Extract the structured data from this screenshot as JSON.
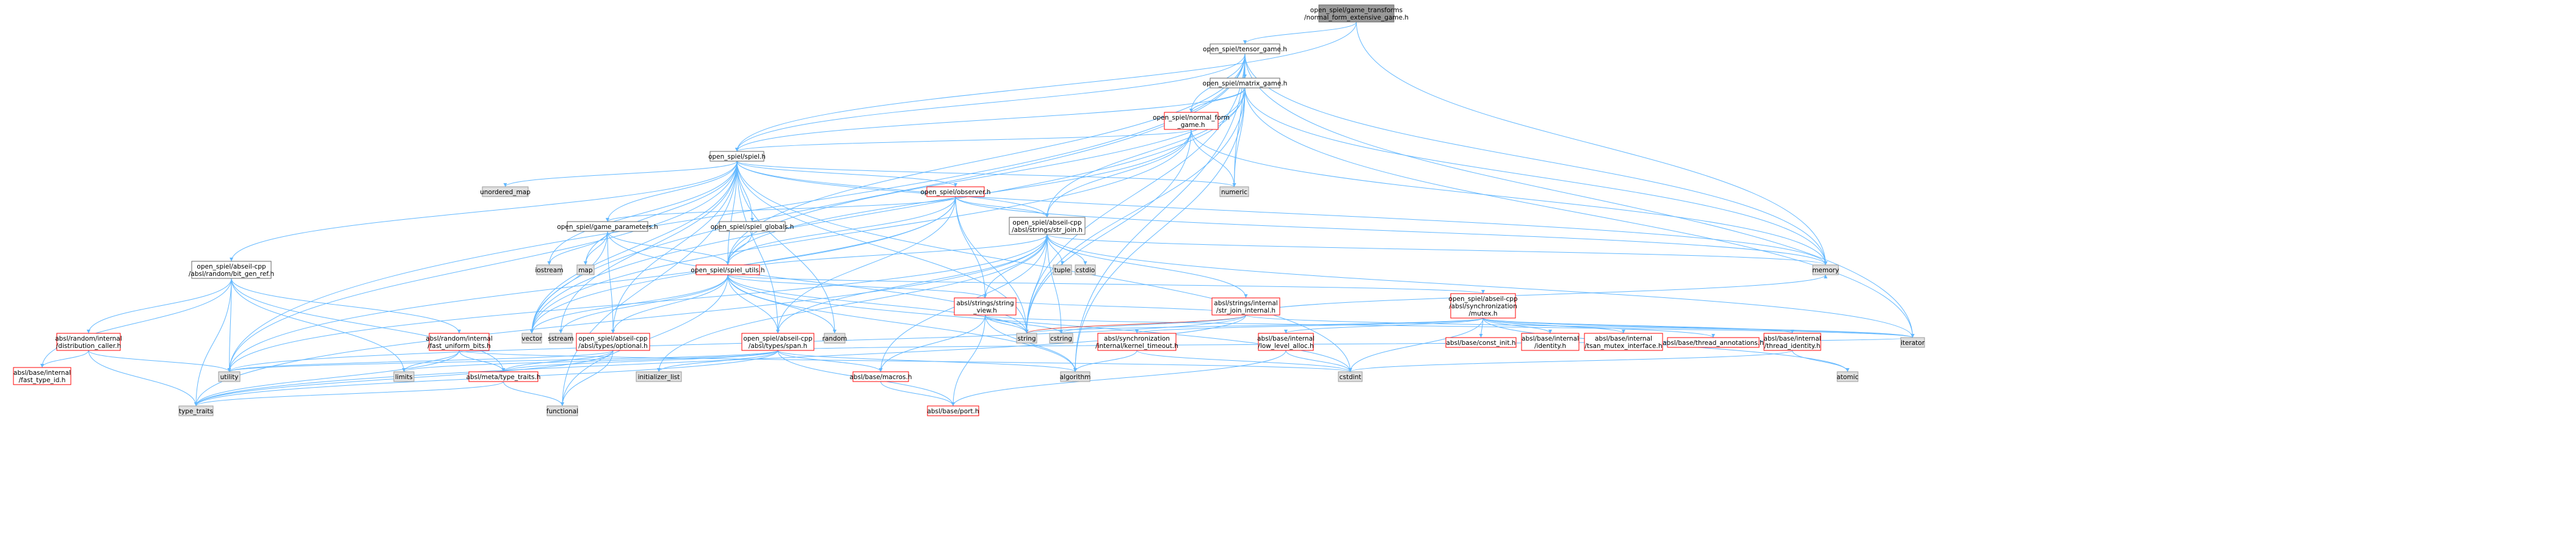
{
  "nodes": [
    {
      "id": "root",
      "lines": [
        "open_spiel/game_transforms",
        "/normal_form_extensive_game.h"
      ],
      "kind": "root"
    },
    {
      "id": "tensor_game",
      "lines": [
        "open_spiel/tensor_game.h"
      ],
      "kind": "doc"
    },
    {
      "id": "matrix_game",
      "lines": [
        "open_spiel/matrix_game.h"
      ],
      "kind": "doc"
    },
    {
      "id": "normal_form_game",
      "lines": [
        "open_spiel/normal_form",
        "_game.h"
      ],
      "kind": "red"
    },
    {
      "id": "spiel",
      "lines": [
        "open_spiel/spiel.h"
      ],
      "kind": "doc"
    },
    {
      "id": "observer",
      "lines": [
        "open_spiel/observer.h"
      ],
      "kind": "red"
    },
    {
      "id": "game_parameters",
      "lines": [
        "open_spiel/game_parameters.h"
      ],
      "kind": "doc"
    },
    {
      "id": "spiel_globals",
      "lines": [
        "open_spiel/spiel_globals.h"
      ],
      "kind": "doc"
    },
    {
      "id": "str_join",
      "lines": [
        "open_spiel/abseil-cpp",
        "/absl/strings/str_join.h"
      ],
      "kind": "doc"
    },
    {
      "id": "bit_gen_ref",
      "lines": [
        "open_spiel/abseil-cpp",
        "/absl/random/bit_gen_ref.h"
      ],
      "kind": "doc"
    },
    {
      "id": "spiel_utils",
      "lines": [
        "open_spiel/spiel_utils.h"
      ],
      "kind": "red"
    },
    {
      "id": "string_view",
      "lines": [
        "absl/strings/string",
        "_view.h"
      ],
      "kind": "red"
    },
    {
      "id": "str_join_internal",
      "lines": [
        "absl/strings/internal",
        "/str_join_internal.h"
      ],
      "kind": "red"
    },
    {
      "id": "mutex",
      "lines": [
        "open_spiel/abseil-cpp",
        "/absl/synchronization",
        "/mutex.h"
      ],
      "kind": "red"
    },
    {
      "id": "distribution_caller",
      "lines": [
        "absl/random/internal",
        "/distribution_caller.h"
      ],
      "kind": "red"
    },
    {
      "id": "fast_uniform_bits",
      "lines": [
        "absl/random/internal",
        "/fast_uniform_bits.h"
      ],
      "kind": "red"
    },
    {
      "id": "optional",
      "lines": [
        "open_spiel/abseil-cpp",
        "/absl/types/optional.h"
      ],
      "kind": "red"
    },
    {
      "id": "span",
      "lines": [
        "open_spiel/abseil-cpp",
        "/absl/types/span.h"
      ],
      "kind": "red"
    },
    {
      "id": "kernel_timeout",
      "lines": [
        "absl/synchronization",
        "/internal/kernel_timeout.h"
      ],
      "kind": "red"
    },
    {
      "id": "low_level_alloc",
      "lines": [
        "absl/base/internal",
        "/low_level_alloc.h"
      ],
      "kind": "red"
    },
    {
      "id": "const_init",
      "lines": [
        "absl/base/const_init.h"
      ],
      "kind": "red"
    },
    {
      "id": "identity",
      "lines": [
        "absl/base/internal",
        "/identity.h"
      ],
      "kind": "red"
    },
    {
      "id": "tsan_mutex",
      "lines": [
        "absl/base/internal",
        "/tsan_mutex_interface.h"
      ],
      "kind": "red"
    },
    {
      "id": "thread_annotations",
      "lines": [
        "absl/base/thread_annotations.h"
      ],
      "kind": "red"
    },
    {
      "id": "thread_identity",
      "lines": [
        "absl/base/internal",
        "/thread_identity.h"
      ],
      "kind": "red"
    },
    {
      "id": "fast_type_id",
      "lines": [
        "absl/base/internal",
        "/fast_type_id.h"
      ],
      "kind": "red"
    },
    {
      "id": "type_traits_h",
      "lines": [
        "absl/meta/type_traits.h"
      ],
      "kind": "red"
    },
    {
      "id": "macros",
      "lines": [
        "absl/base/macros.h"
      ],
      "kind": "red"
    },
    {
      "id": "port",
      "lines": [
        "absl/base/port.h"
      ],
      "kind": "red"
    },
    {
      "id": "unordered_map",
      "lines": [
        "unordered_map"
      ],
      "kind": "sys"
    },
    {
      "id": "numeric",
      "lines": [
        "numeric"
      ],
      "kind": "sys"
    },
    {
      "id": "memory",
      "lines": [
        "memory"
      ],
      "kind": "sys"
    },
    {
      "id": "iterator",
      "lines": [
        "iterator"
      ],
      "kind": "sys"
    },
    {
      "id": "iostream",
      "lines": [
        "iostream"
      ],
      "kind": "sys"
    },
    {
      "id": "map",
      "lines": [
        "map"
      ],
      "kind": "sys"
    },
    {
      "id": "tuple",
      "lines": [
        "tuple"
      ],
      "kind": "sys"
    },
    {
      "id": "cstdio",
      "lines": [
        "cstdio"
      ],
      "kind": "sys"
    },
    {
      "id": "sstream",
      "lines": [
        "sstream"
      ],
      "kind": "sys"
    },
    {
      "id": "vector",
      "lines": [
        "vector"
      ],
      "kind": "sys"
    },
    {
      "id": "random",
      "lines": [
        "random"
      ],
      "kind": "sys"
    },
    {
      "id": "string",
      "lines": [
        "string"
      ],
      "kind": "sys"
    },
    {
      "id": "cstring",
      "lines": [
        "cstring"
      ],
      "kind": "sys"
    },
    {
      "id": "utility",
      "lines": [
        "utility"
      ],
      "kind": "sys"
    },
    {
      "id": "limits",
      "lines": [
        "limits"
      ],
      "kind": "sys"
    },
    {
      "id": "initializer_list",
      "lines": [
        "initializer_list"
      ],
      "kind": "sys"
    },
    {
      "id": "algorithm",
      "lines": [
        "algorithm"
      ],
      "kind": "sys"
    },
    {
      "id": "cstdint",
      "lines": [
        "cstdint"
      ],
      "kind": "sys"
    },
    {
      "id": "atomic",
      "lines": [
        "atomic"
      ],
      "kind": "sys"
    },
    {
      "id": "type_traits",
      "lines": [
        "type_traits"
      ],
      "kind": "sys"
    },
    {
      "id": "functional",
      "lines": [
        "functional"
      ],
      "kind": "sys"
    }
  ],
  "edges": [
    [
      "root",
      "tensor_game"
    ],
    [
      "root",
      "spiel"
    ],
    [
      "root",
      "memory"
    ],
    [
      "tensor_game",
      "matrix_game"
    ],
    [
      "tensor_game",
      "normal_form_game"
    ],
    [
      "tensor_game",
      "spiel"
    ],
    [
      "tensor_game",
      "spiel_utils"
    ],
    [
      "tensor_game",
      "numeric"
    ],
    [
      "tensor_game",
      "memory"
    ],
    [
      "tensor_game",
      "iterator"
    ],
    [
      "tensor_game",
      "string"
    ],
    [
      "tensor_game",
      "vector"
    ],
    [
      "tensor_game",
      "utility"
    ],
    [
      "tensor_game",
      "algorithm"
    ],
    [
      "matrix_game",
      "normal_form_game"
    ],
    [
      "matrix_game",
      "spiel"
    ],
    [
      "matrix_game",
      "spiel_utils"
    ],
    [
      "matrix_game",
      "str_join"
    ],
    [
      "matrix_game",
      "numeric"
    ],
    [
      "matrix_game",
      "memory"
    ],
    [
      "matrix_game",
      "iterator"
    ],
    [
      "matrix_game",
      "string"
    ],
    [
      "matrix_game",
      "vector"
    ],
    [
      "matrix_game",
      "algorithm"
    ],
    [
      "normal_form_game",
      "spiel"
    ],
    [
      "normal_form_game",
      "spiel_utils"
    ],
    [
      "normal_form_game",
      "str_join"
    ],
    [
      "normal_form_game",
      "numeric"
    ],
    [
      "normal_form_game",
      "memory"
    ],
    [
      "normal_form_game",
      "string"
    ],
    [
      "normal_form_game",
      "vector"
    ],
    [
      "spiel",
      "observer"
    ],
    [
      "spiel",
      "game_parameters"
    ],
    [
      "spiel",
      "spiel_globals"
    ],
    [
      "spiel",
      "spiel_utils"
    ],
    [
      "spiel",
      "str_join"
    ],
    [
      "spiel",
      "bit_gen_ref"
    ],
    [
      "spiel",
      "optional"
    ],
    [
      "spiel",
      "span"
    ],
    [
      "spiel",
      "unordered_map"
    ],
    [
      "spiel",
      "numeric"
    ],
    [
      "spiel",
      "memory"
    ],
    [
      "spiel",
      "iostream"
    ],
    [
      "spiel",
      "map"
    ],
    [
      "spiel",
      "sstream"
    ],
    [
      "spiel",
      "vector"
    ],
    [
      "spiel",
      "random"
    ],
    [
      "spiel",
      "string"
    ],
    [
      "spiel",
      "utility"
    ],
    [
      "spiel",
      "functional"
    ],
    [
      "spiel",
      "cstdint"
    ],
    [
      "observer",
      "game_parameters"
    ],
    [
      "observer",
      "spiel_utils"
    ],
    [
      "observer",
      "str_join"
    ],
    [
      "observer",
      "string_view"
    ],
    [
      "observer",
      "span"
    ],
    [
      "observer",
      "memory"
    ],
    [
      "observer",
      "string"
    ],
    [
      "observer",
      "vector"
    ],
    [
      "observer",
      "utility"
    ],
    [
      "game_parameters",
      "spiel_utils"
    ],
    [
      "game_parameters",
      "optional"
    ],
    [
      "game_parameters",
      "iostream"
    ],
    [
      "game_parameters",
      "map"
    ],
    [
      "game_parameters",
      "string"
    ],
    [
      "game_parameters",
      "vector"
    ],
    [
      "spiel_globals",
      "spiel_utils"
    ],
    [
      "str_join",
      "string_view"
    ],
    [
      "str_join",
      "str_join_internal"
    ],
    [
      "str_join",
      "macros"
    ],
    [
      "str_join",
      "span"
    ],
    [
      "str_join",
      "tuple"
    ],
    [
      "str_join",
      "cstdio"
    ],
    [
      "str_join",
      "cstring"
    ],
    [
      "str_join",
      "initializer_list"
    ],
    [
      "str_join",
      "iterator"
    ],
    [
      "str_join",
      "memory"
    ],
    [
      "str_join",
      "string"
    ],
    [
      "str_join",
      "type_traits"
    ],
    [
      "str_join",
      "utility"
    ],
    [
      "bit_gen_ref",
      "distribution_caller"
    ],
    [
      "bit_gen_ref",
      "fast_uniform_bits"
    ],
    [
      "bit_gen_ref",
      "fast_type_id"
    ],
    [
      "bit_gen_ref",
      "type_traits_h"
    ],
    [
      "bit_gen_ref",
      "limits"
    ],
    [
      "bit_gen_ref",
      "type_traits"
    ],
    [
      "bit_gen_ref",
      "utility"
    ],
    [
      "spiel_utils",
      "optional"
    ],
    [
      "spiel_utils",
      "span"
    ],
    [
      "spiel_utils",
      "mutex"
    ],
    [
      "spiel_utils",
      "string_view"
    ],
    [
      "spiel_utils",
      "str_join"
    ],
    [
      "spiel_utils",
      "sstream"
    ],
    [
      "spiel_utils",
      "vector"
    ],
    [
      "spiel_utils",
      "random"
    ],
    [
      "spiel_utils",
      "string"
    ],
    [
      "spiel_utils",
      "algorithm"
    ],
    [
      "spiel_utils",
      "functional"
    ],
    [
      "spiel_utils",
      "cstdint"
    ],
    [
      "string_view",
      "macros"
    ],
    [
      "string_view",
      "port"
    ],
    [
      "string_view",
      "string"
    ],
    [
      "string_view",
      "cstring"
    ],
    [
      "string_view",
      "algorithm"
    ],
    [
      "string_view",
      "iterator"
    ],
    [
      "str_join_internal",
      "string_view"
    ],
    [
      "str_join_internal",
      "string"
    ],
    [
      "str_join_internal",
      "cstring"
    ],
    [
      "str_join_internal",
      "iterator"
    ],
    [
      "str_join_internal",
      "memory"
    ],
    [
      "str_join_internal",
      "type_traits"
    ],
    [
      "str_join_internal",
      "utility"
    ],
    [
      "mutex",
      "const_init"
    ],
    [
      "mutex",
      "identity"
    ],
    [
      "mutex",
      "tsan_mutex"
    ],
    [
      "mutex",
      "thread_annotations"
    ],
    [
      "mutex",
      "thread_identity"
    ],
    [
      "mutex",
      "low_level_alloc"
    ],
    [
      "mutex",
      "kernel_timeout"
    ],
    [
      "mutex",
      "atomic"
    ],
    [
      "mutex",
      "cstdint"
    ],
    [
      "mutex",
      "cstddef_fake"
    ],
    [
      "mutex",
      "string"
    ],
    [
      "mutex",
      "iterator"
    ],
    [
      "distribution_caller",
      "fast_type_id"
    ],
    [
      "distribution_caller",
      "utility"
    ],
    [
      "distribution_caller",
      "type_traits"
    ],
    [
      "fast_uniform_bits",
      "type_traits_h"
    ],
    [
      "fast_uniform_bits",
      "limits"
    ],
    [
      "fast_uniform_bits",
      "type_traits"
    ],
    [
      "fast_uniform_bits",
      "cstdint"
    ],
    [
      "optional",
      "type_traits_h"
    ],
    [
      "optional",
      "utility"
    ],
    [
      "optional",
      "functional"
    ],
    [
      "optional",
      "type_traits"
    ],
    [
      "span",
      "macros"
    ],
    [
      "span",
      "port"
    ],
    [
      "span",
      "type_traits_h"
    ],
    [
      "span",
      "algorithm"
    ],
    [
      "span",
      "initializer_list"
    ],
    [
      "span",
      "iterator"
    ],
    [
      "span",
      "limits"
    ],
    [
      "span",
      "type_traits"
    ],
    [
      "span",
      "utility"
    ],
    [
      "kernel_timeout",
      "algorithm"
    ],
    [
      "kernel_timeout",
      "cstdint"
    ],
    [
      "low_level_alloc",
      "port"
    ],
    [
      "low_level_alloc",
      "cstdint"
    ],
    [
      "thread_identity",
      "atomic"
    ],
    [
      "thread_identity",
      "cstdint"
    ],
    [
      "type_traits_h",
      "type_traits"
    ],
    [
      "type_traits_h",
      "functional"
    ],
    [
      "macros",
      "port"
    ]
  ],
  "colors": {
    "edge": "#63b8ff",
    "edge_red": "#e8463c",
    "doc_border": "#666666",
    "red_border": "#ff0000",
    "sys_fill": "#e0e0e0",
    "sys_border": "#999999",
    "root_fill": "#999999",
    "text": "#000000"
  }
}
